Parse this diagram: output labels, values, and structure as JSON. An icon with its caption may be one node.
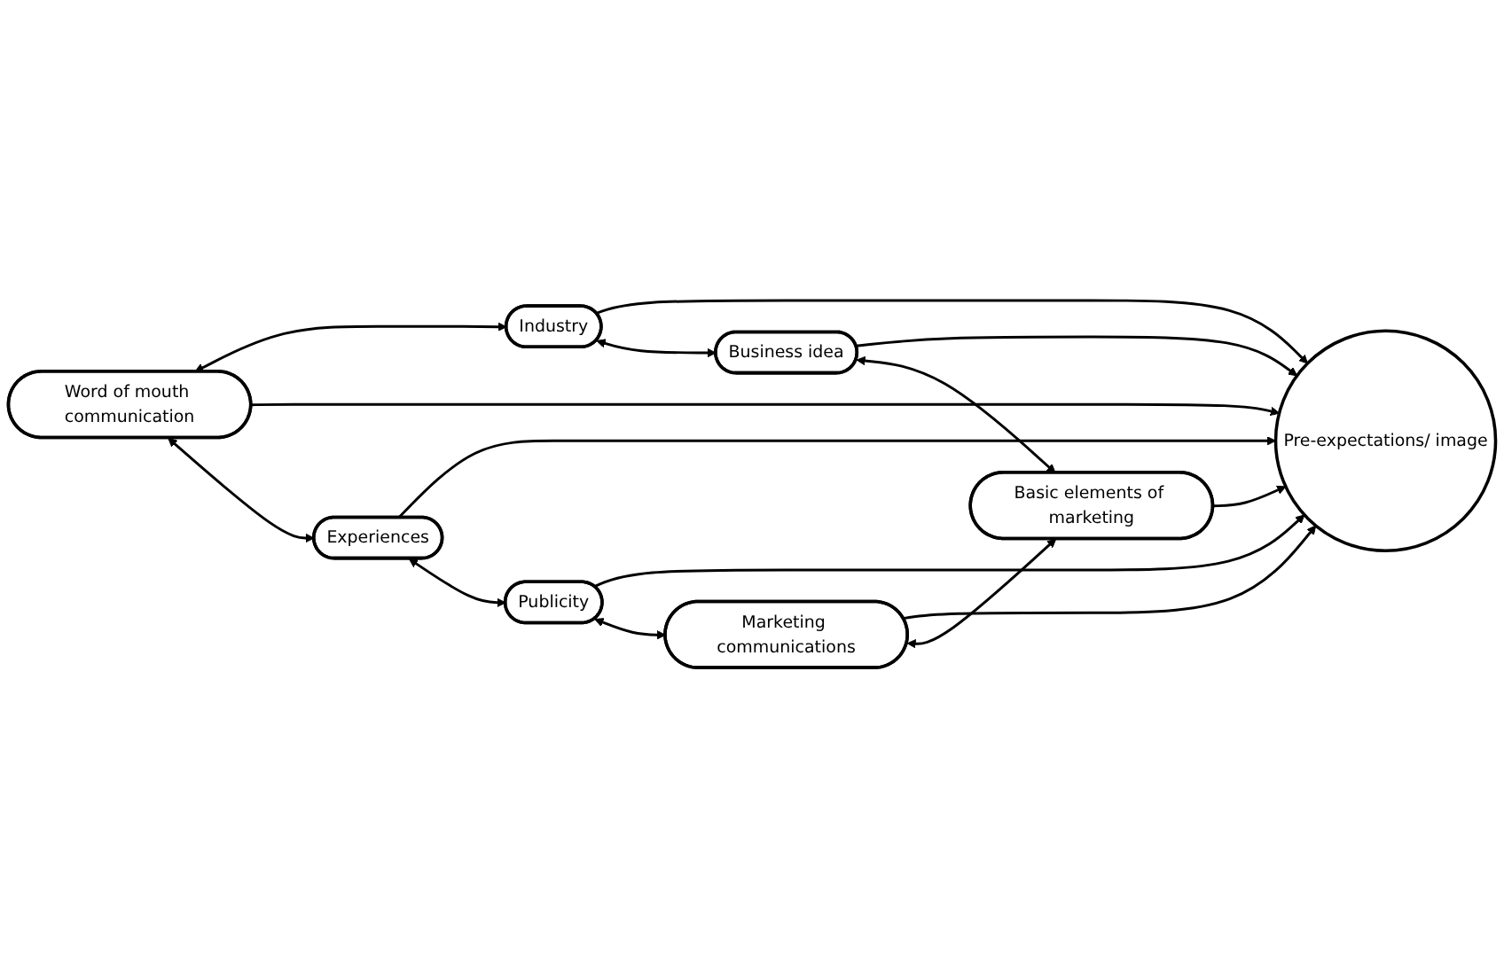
{
  "diagram": {
    "nodes": [
      {
        "text": [
          "Word of mouth communication"
        ]
      },
      {
        "text": [
          "Industry"
        ]
      },
      {
        "text": [
          "Pre-expectations/ image"
        ]
      },
      {
        "text": [
          "Business idea"
        ]
      },
      {
        "text": [
          "Experiences"
        ]
      },
      {
        "text": [
          "Publicity"
        ]
      },
      {
        "text": [
          "Marketing communications"
        ]
      },
      {
        "text": [
          "Basic elements of marketing"
        ]
      }
    ],
    "edges": [
      {
        "from": 0,
        "to": 1,
        "arrow": "both"
      },
      {
        "from": 0,
        "to": 2,
        "arrow": "to"
      },
      {
        "from": 1,
        "to": 2,
        "arrow": "to"
      },
      {
        "from": 1,
        "to": 3,
        "arrow": "both"
      },
      {
        "from": 3,
        "to": 2,
        "arrow": "to"
      },
      {
        "from": 0,
        "to": 4,
        "arrow": "both"
      },
      {
        "from": 4,
        "to": 2,
        "arrow": "to"
      },
      {
        "from": 4,
        "to": 5,
        "arrow": "both"
      },
      {
        "from": 5,
        "to": 2,
        "arrow": "to"
      },
      {
        "from": 5,
        "to": 6,
        "arrow": "both"
      },
      {
        "from": 6,
        "to": 2,
        "arrow": "to"
      },
      {
        "from": 6,
        "to": 7,
        "arrow": "both"
      },
      {
        "from": 7,
        "to": 2,
        "arrow": "to"
      },
      {
        "from": 3,
        "to": 7,
        "arrow": "both"
      }
    ]
  }
}
